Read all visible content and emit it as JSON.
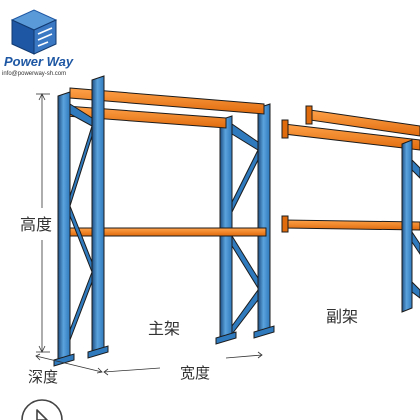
{
  "brand": {
    "name": "Power Way",
    "email": "info@powerway-sh.com"
  },
  "labels": {
    "height": "高度",
    "depth": "深度",
    "width": "宽度",
    "main_rack": "主架",
    "sub_rack": "副架"
  },
  "colors": {
    "upright": "#2f79bd",
    "upright_light": "#5ba3dd",
    "upright_dark": "#1d4f83",
    "beam": "#f07f1a",
    "beam_light": "#ffa24a",
    "outline": "#1c1c1c",
    "brand_blue": "#1e57a3"
  },
  "icons": {
    "logo": "cube-logo-icon",
    "play": "play-icon"
  }
}
